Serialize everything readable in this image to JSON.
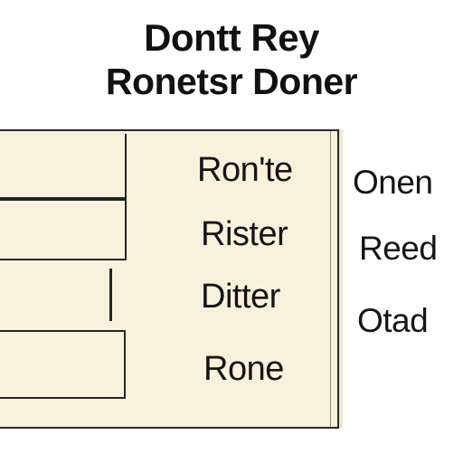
{
  "title": {
    "line1": "Dontt Rey",
    "line2": "Ronetsr Doner"
  },
  "panel": {
    "rows": [
      {
        "label": "Ron'te"
      },
      {
        "label": "Rister"
      },
      {
        "label": "Ditter"
      },
      {
        "label": "Rone"
      }
    ],
    "background_color": "#f8f2dc"
  },
  "side_labels": [
    {
      "label": "Onen"
    },
    {
      "label": "Reed"
    },
    {
      "label": "Otad"
    }
  ]
}
